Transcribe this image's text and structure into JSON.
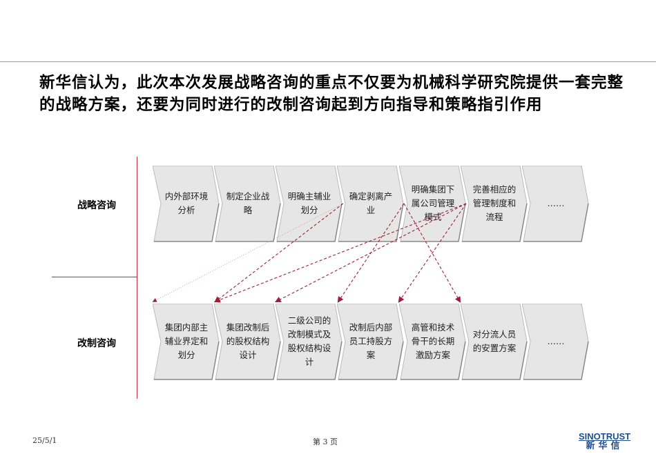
{
  "headline": "新华信认为，此次本次发展战略咨询的重点不仅要为机械科学研究院提供一套完整的战略方案，还要为同时进行的改制咨询起到方向指导和策略指引作用",
  "rows": [
    {
      "label": "战略咨询",
      "steps": [
        "内外部环境分析",
        "制定企业战略",
        "明确主辅业划分",
        "确定剥离产业",
        "明确集团下属公司管理模式",
        "完善相应的管理制度和流程",
        "……"
      ]
    },
    {
      "label": "改制咨询",
      "steps": [
        "集团内部主辅业界定和划分",
        "集团改制后的股权结构设计",
        "二级公司的改制模式及股权结构设计",
        "改制后内部员工持股方案",
        "高管和技术骨干的长期激励方案",
        "对分流人员的安置方案",
        "……"
      ]
    }
  ],
  "links": [
    {
      "from": 3,
      "to": 0,
      "style": "dotted"
    },
    {
      "from": 3,
      "to": 1,
      "style": "dashed"
    },
    {
      "from": 5,
      "to": 1,
      "style": "dashed"
    },
    {
      "from": 5,
      "to": 2,
      "style": "dashed"
    },
    {
      "from": 4,
      "to": 3,
      "style": "dashed"
    },
    {
      "from": 5,
      "to": 4,
      "style": "dashed"
    },
    {
      "from": 4,
      "to": 5,
      "style": "dashed"
    }
  ],
  "colors": {
    "accent": "#c0283a",
    "arrow": "#a01c3c",
    "chevron": "#e6e6e6"
  },
  "footer": {
    "date": "25/5/1",
    "page": "第 3 页"
  },
  "logo": {
    "en": "SINOTRUST",
    "cn": "新华信"
  }
}
